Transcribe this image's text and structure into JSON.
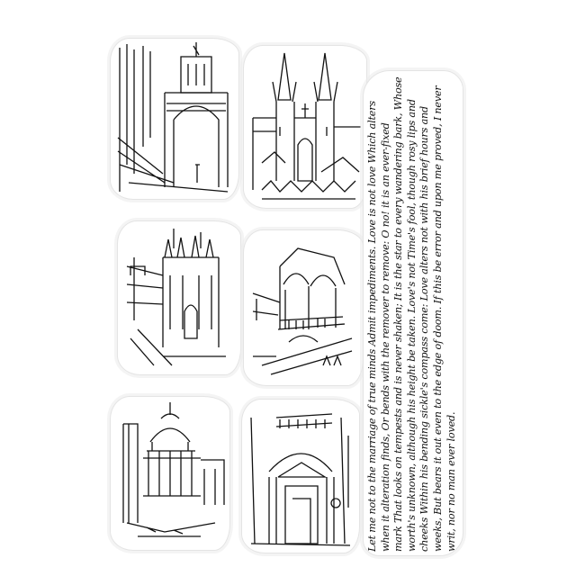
{
  "product": {
    "type": "clear stamp sheet",
    "background_color": "#ffffff",
    "ink_color": "#111111",
    "stamp_outline_color": "#e4e4e4"
  },
  "stamps": [
    {
      "id": "street-gate-tower",
      "subject": "Baroque gate tower over a narrow street with awnings"
    },
    {
      "id": "twin-spire-church",
      "subject": "Gothic church with twin spires over rooftops"
    },
    {
      "id": "gothic-cathedral",
      "subject": "Gothic cathedral with pinnacled towers"
    },
    {
      "id": "arched-balcony",
      "subject": "Ornate arched loggia balcony"
    },
    {
      "id": "domed-basilica",
      "subject": "Domed basilica with columns and ruins"
    },
    {
      "id": "arched-doorway",
      "subject": "Classical arched doorway with pediment"
    }
  ],
  "script": {
    "orientation": "rotated 90 degrees counter-clockwise",
    "lines": [
      "Let me not to the marriage of true minds Admit impediments. Love is not love Which alters",
      "when it alteration finds, Or bends with the remover to remove: O no! it is an ever-fixed",
      "mark That looks on tempests and is never shaken; It is the star to every wandering bark, Whose",
      "worth's unknown, although his height be taken. Love's not Time's fool, though rosy lips and",
      "cheeks Within his bending sickle's compass come: Love alters not with his brief hours and",
      "weeks, But bears it out even to the edge of doom. If this be error and upon me proved, I never",
      "writ, nor no man ever loved."
    ]
  }
}
